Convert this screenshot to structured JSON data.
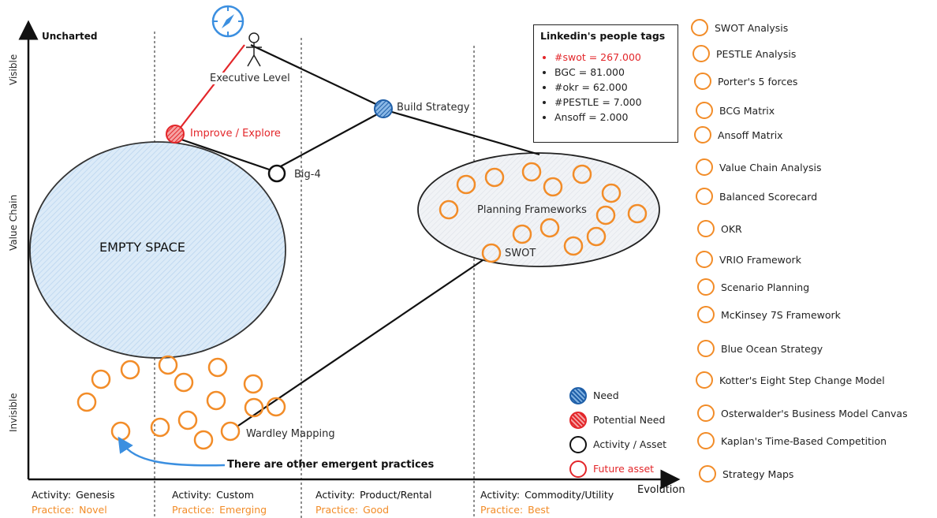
{
  "axes": {
    "y_top_label": "Uncharted",
    "y_labels": [
      "Visible",
      "Value Chain",
      "Invisible"
    ],
    "x_label": "Evolution"
  },
  "stages": [
    {
      "activity_label": "Activity:",
      "activity": "Genesis",
      "practice_label": "Practice:",
      "practice": "Novel"
    },
    {
      "activity_label": "Activity:",
      "activity": "Custom",
      "practice_label": "Practice:",
      "practice": "Emerging"
    },
    {
      "activity_label": "Activity:",
      "activity": "Product/Rental",
      "practice_label": "Practice:",
      "practice": "Good"
    },
    {
      "activity_label": "Activity:",
      "activity": "Commodity/Utility",
      "practice_label": "Practice:",
      "practice": "Best"
    }
  ],
  "nodes": {
    "user": "Executive Level",
    "compass_icon": "compass-icon",
    "improve": "Improve / Explore",
    "build": "Build Strategy",
    "big4": "Big-4",
    "empty": "EMPTY SPACE",
    "planning": "Planning Frameworks",
    "swot": "SWOT",
    "wardley": "Wardley Mapping",
    "emergent": "There are other emergent practices"
  },
  "tags": {
    "title": "Linkedin's people tags",
    "items": [
      {
        "text": "#swot = 267.000",
        "highlight": true
      },
      {
        "text": "BGC = 81.000",
        "highlight": false
      },
      {
        "text": "#okr = 62.000",
        "highlight": false
      },
      {
        "text": "#PESTLE = 7.000",
        "highlight": false
      },
      {
        "text": "Ansoff = 2.000",
        "highlight": false
      }
    ]
  },
  "legend": [
    {
      "type": "need",
      "label": "Need"
    },
    {
      "type": "pneed",
      "label": "Potential Need"
    },
    {
      "type": "act",
      "label": "Activity / Asset"
    },
    {
      "type": "fut",
      "label": "Future asset"
    }
  ],
  "frameworks": [
    "SWOT Analysis",
    "PESTLE Analysis",
    "Porter's 5 forces",
    "BCG Matrix",
    "Ansoff Matrix",
    "Value Chain Analysis",
    "Balanced Scorecard",
    "OKR",
    "VRIO Framework",
    "Scenario Planning",
    "McKinsey 7S Framework",
    "Blue Ocean Strategy",
    "Kotter's Eight Step Change Model",
    "Osterwalder's Business Model Canvas",
    "Kaplan's Time-Based Competition",
    "Strategy Maps"
  ],
  "colors": {
    "orange": "#f28c28",
    "need_blue": "#1f5fa8",
    "potential_red": "#e3262a",
    "arrow_blue": "#3b8fe0",
    "empty_fill": "#d6e8f7"
  }
}
